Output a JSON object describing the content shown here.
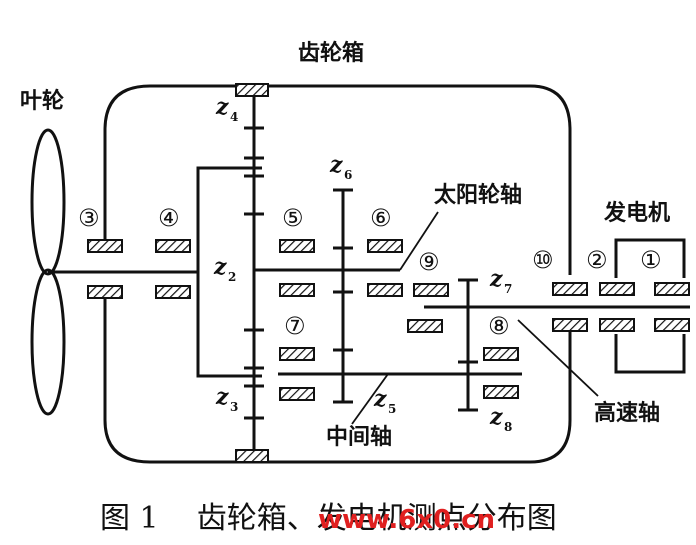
{
  "labels": {
    "gearbox": "齿轮箱",
    "impeller": "叶轮",
    "sun_shaft": "太阳轮轴",
    "generator": "发电机",
    "intermediate_shaft": "中间轴",
    "high_speed_shaft": "高速轴"
  },
  "gears": {
    "z2": {
      "letter": "z",
      "sub": "2"
    },
    "z3": {
      "letter": "z",
      "sub": "3"
    },
    "z4": {
      "letter": "z",
      "sub": "4"
    },
    "z5": {
      "letter": "z",
      "sub": "5"
    },
    "z6": {
      "letter": "z",
      "sub": "6"
    },
    "z7": {
      "letter": "z",
      "sub": "7"
    },
    "z8": {
      "letter": "z",
      "sub": "8"
    }
  },
  "measuring_points": [
    "③",
    "④",
    "⑤",
    "⑥",
    "⑨",
    "⑩",
    "②",
    "①",
    "⑦",
    "⑧"
  ],
  "caption": "图 1    齿轮箱、发电机测点分布图",
  "watermark": "www.6x0.cn"
}
